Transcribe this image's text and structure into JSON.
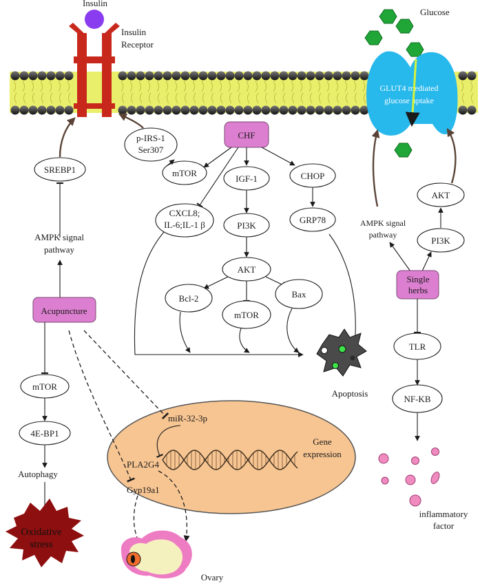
{
  "top": {
    "insulin": "Insulin",
    "receptor_line1": "Insulin",
    "receptor_line2": "Receptor",
    "glucose": "Glucose",
    "glut4_line1": "GLUT4 mediated",
    "glut4_line2": "glucose uptake"
  },
  "left": {
    "srebp1": "SREBP1",
    "ampk_line1": "AMPK signal",
    "ampk_line2": "pathway",
    "acupuncture": "Acupuncture",
    "mtor": "mTOR",
    "ebp1": "4E-BP1",
    "autophagy": "Autophagy",
    "oxidative_line1": "Oxidative",
    "oxidative_line2": "stress"
  },
  "center": {
    "chf": "CHF",
    "pirs1_line1": "p-IRS-1",
    "pirs1_line2": "Ser307",
    "mtor_upper": "mTOR",
    "igf1": "IGF-1",
    "chop": "CHOP",
    "cxcl_line1": "CXCL8;",
    "cxcl_line2": "IL-6;IL-1 β",
    "pi3k": "PI3K",
    "grp78": "GRP78",
    "akt": "AKT",
    "bcl2": "Bcl-2",
    "mtor_lower": "mTOR",
    "bax": "Bax",
    "apoptosis": "Apoptosis"
  },
  "nucleus": {
    "mir": "miR-32-3p",
    "gene_line1": "Gene",
    "gene_line2": "expression",
    "pla2g4": "PLA2G4",
    "gyp19a1": "Gyp19a1",
    "ovary": "Ovary"
  },
  "right": {
    "ampk_line1": "AMPK signal",
    "ampk_line2": "pathway",
    "akt": "AKT",
    "pi3k": "PI3K",
    "single_line1": "Single",
    "single_line2": "herbs",
    "tlr": "TLR",
    "nfkb": "NF-KB",
    "inflam_line1": "inflammatory",
    "inflam_line2": "factor"
  },
  "colors": {
    "pink_node": "#dd7fd0",
    "receptor_red": "#c8281c",
    "insulin_purple": "#8a3df0",
    "glut4_blue": "#27b8ec",
    "glucose_green": "#1fa637",
    "membrane_yellow": "#e9ef6a",
    "nucleus_orange": "#f7c592",
    "stress_red": "#8e0f0f",
    "inflammatory_pink": "#f08bbf"
  }
}
